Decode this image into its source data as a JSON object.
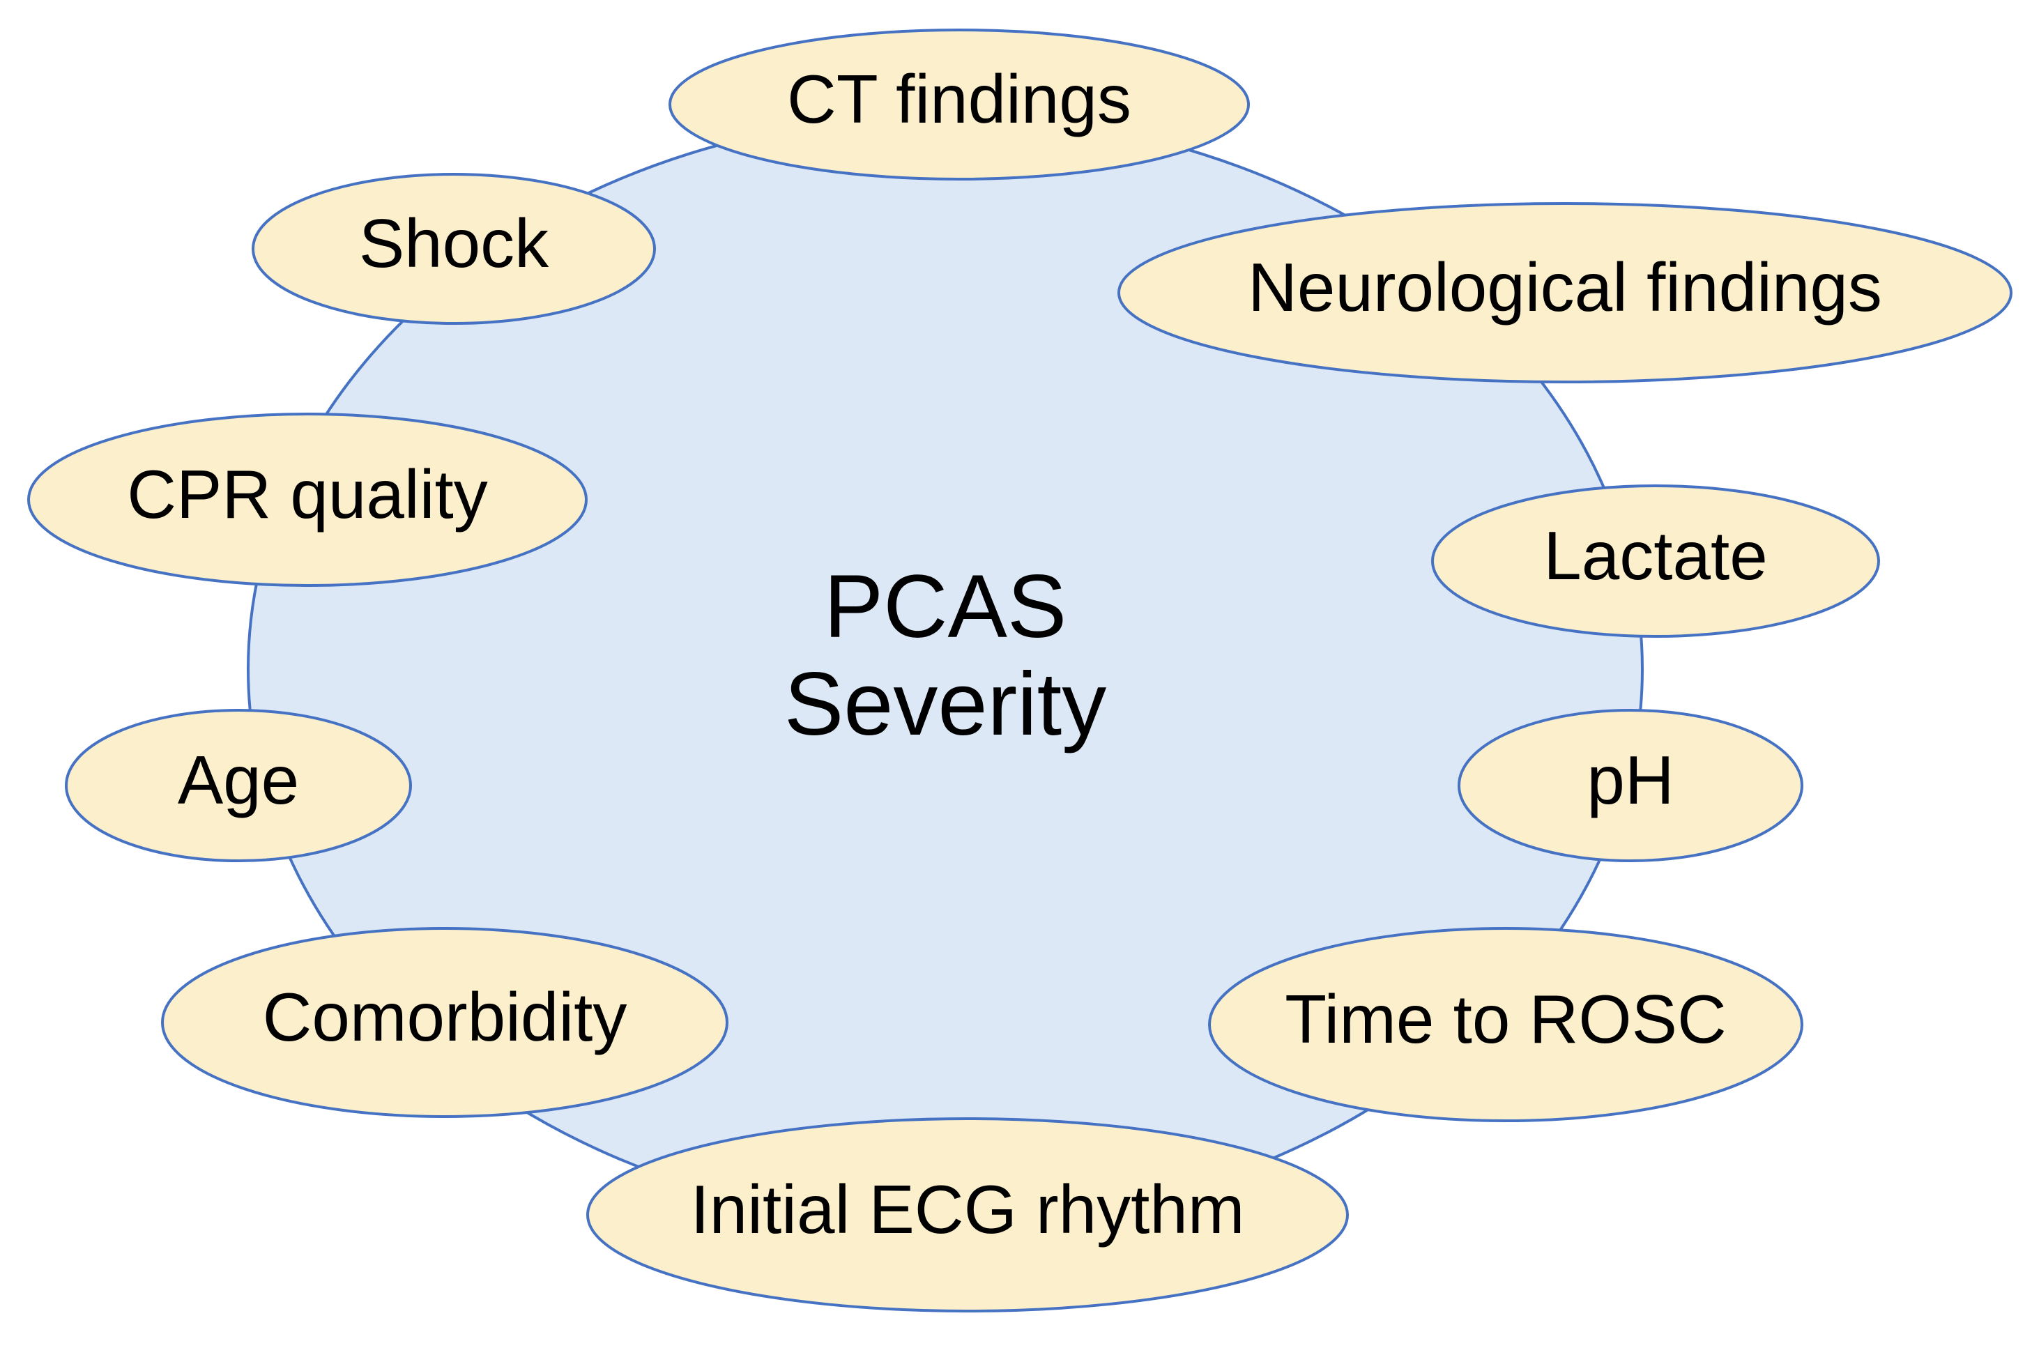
{
  "diagram": {
    "center_title": {
      "line1": "PCAS",
      "line2": "Severity"
    },
    "factors": [
      "CT findings",
      "Shock",
      "Neurological findings",
      "CPR quality",
      "Lactate",
      "Age",
      "pH",
      "Comorbidity",
      "Time to ROSC",
      "Initial ECG rhythm"
    ]
  },
  "colors": {
    "circle_fill": "#dce8f6",
    "circle_stroke": "#4672c4",
    "factor_fill": "#fcefcc",
    "factor_stroke": "#4672c4",
    "text": "#000000"
  }
}
